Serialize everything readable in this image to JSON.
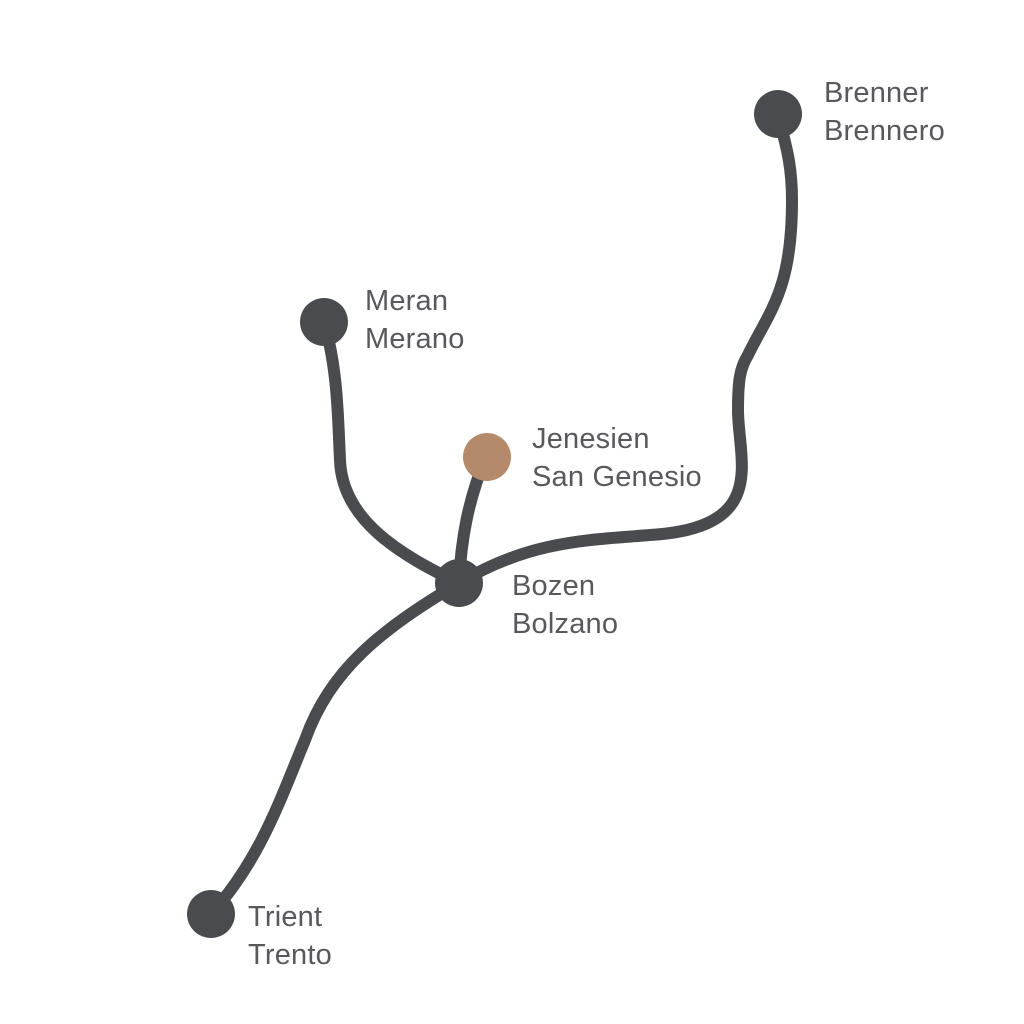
{
  "colors": {
    "route": "#4a4b4f",
    "node": "#4a4b4f",
    "highlight": "#b58a6a",
    "label": "#58595c",
    "background": "#ffffff"
  },
  "places": {
    "brenner": {
      "name_de": "Brenner",
      "name_it": "Brennero"
    },
    "meran": {
      "name_de": "Meran",
      "name_it": "Merano"
    },
    "jenesien": {
      "name_de": "Jenesien",
      "name_it": "San Genesio"
    },
    "bozen": {
      "name_de": "Bozen",
      "name_it": "Bolzano"
    },
    "trient": {
      "name_de": "Trient",
      "name_it": "Trento"
    }
  }
}
